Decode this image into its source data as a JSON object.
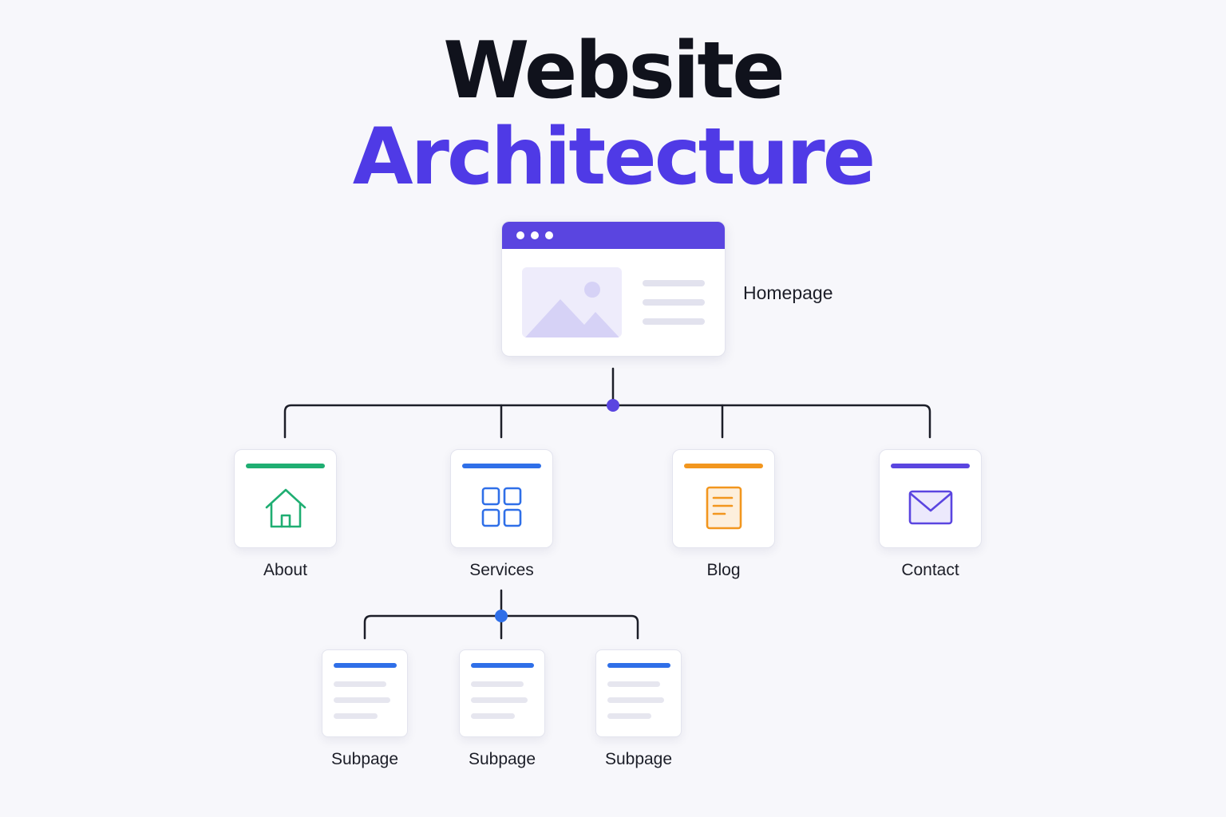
{
  "title": {
    "line1": "Website",
    "line2": "Architecture"
  },
  "colors": {
    "accent": "#5a45e0",
    "connector": "#1c1e28",
    "about": "#1fae72",
    "services": "#2f6fe8",
    "blog": "#f2961e",
    "contact": "#5a45e0",
    "subpage": "#2f6fe8"
  },
  "homepage": {
    "label": "Homepage",
    "icon": "image-icon"
  },
  "pages": [
    {
      "label": "About",
      "icon": "home-icon"
    },
    {
      "label": "Services",
      "icon": "grid-icon"
    },
    {
      "label": "Blog",
      "icon": "document-icon"
    },
    {
      "label": "Contact",
      "icon": "mail-icon"
    }
  ],
  "subpages": [
    {
      "label": "Subpage"
    },
    {
      "label": "Subpage"
    },
    {
      "label": "Subpage"
    }
  ]
}
